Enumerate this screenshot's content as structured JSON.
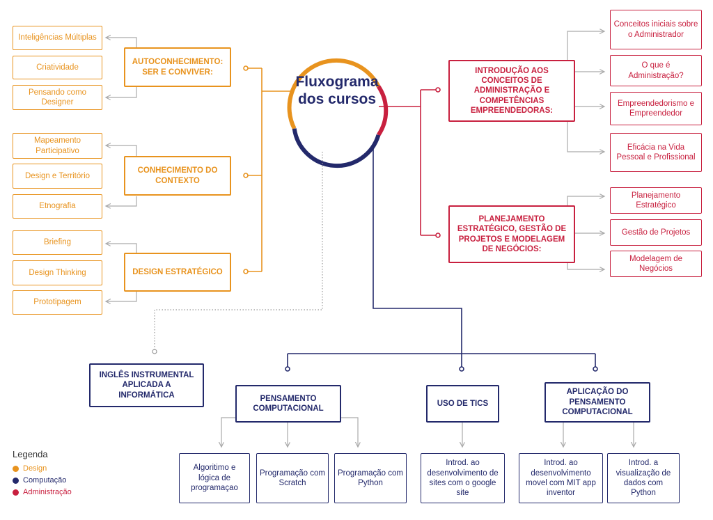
{
  "center": {
    "line1": "Fluxograma",
    "line2": "dos cursos"
  },
  "colors": {
    "design": "#E8931E",
    "computacao": "#23296B",
    "administracao": "#C8203F"
  },
  "design": {
    "autoconhecimento": {
      "title": "AUTOCONHECIMENTO: SER E CONVIVER:",
      "items": [
        "Inteligências Múltiplas",
        "Criatividade",
        "Pensando como Designer"
      ]
    },
    "contexto": {
      "title": "CONHECIMENTO DO CONTEXTO",
      "items": [
        "Mapeamento Participativo",
        "Design e Território",
        "Etnografia"
      ]
    },
    "estrategico": {
      "title": "DESIGN ESTRATÉGICO",
      "items": [
        "Briefing",
        "Design Thinking",
        "Prototipagem"
      ]
    }
  },
  "administracao": {
    "introducao": {
      "title": "INTRODUÇÃO AOS CONCEITOS DE ADMINISTRAÇÃO E COMPETÊNCIAS EMPREENDEDORAS:",
      "items": [
        "Conceitos iniciais sobre o Administrador",
        "O que é Administração?",
        "Empreendedorismo e Empreendedor",
        "Eficácia na Vida Pessoal e Profissional"
      ]
    },
    "planejamento": {
      "title": "PLANEJAMENTO ESTRATÉGICO, GESTÃO DE PROJETOS E MODELAGEM DE NEGÓCIOS:",
      "items": [
        "Planejamento Estratégico",
        "Gestão de Projetos",
        "Modelagem de Negócios"
      ]
    }
  },
  "computacao": {
    "ingles": "INGLÊS INSTRUMENTAL APLICADA A INFORMÁTICA",
    "pensamento": {
      "title": "PENSAMENTO COMPUTACIONAL",
      "items": [
        "Algoritimo e lógica de programaçao",
        "Programação com Scratch",
        "Programação com Python"
      ]
    },
    "tics": {
      "title": "USO DE TICS",
      "items": [
        "Introd. ao desenvolvimento de sites com o google site"
      ]
    },
    "aplicacao": {
      "title": "APLICAÇÃO DO PENSAMENTO COMPUTACIONAL",
      "items": [
        "Introd. ao desenvolvimento movel com MIT app inventor",
        "Introd. a visualização de dados com Python"
      ]
    }
  },
  "legend": {
    "title": "Legenda",
    "items": [
      {
        "label": "Design",
        "color": "#E8931E"
      },
      {
        "label": "Computação",
        "color": "#23296B"
      },
      {
        "label": "Administração",
        "color": "#C8203F"
      }
    ]
  }
}
